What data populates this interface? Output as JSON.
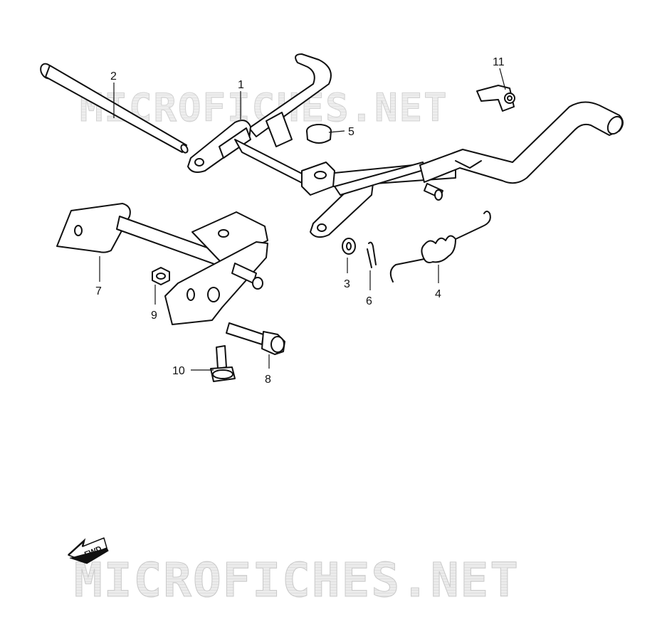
{
  "watermark": {
    "top_text": "MICROFICHES.NET",
    "bottom_text": "MICROFICHES.NET"
  },
  "direction_arrow": {
    "label": "FWD"
  },
  "callouts": [
    {
      "id": "1",
      "label": "1"
    },
    {
      "id": "2",
      "label": "2"
    },
    {
      "id": "3",
      "label": "3"
    },
    {
      "id": "4",
      "label": "4"
    },
    {
      "id": "5",
      "label": "5"
    },
    {
      "id": "6",
      "label": "6"
    },
    {
      "id": "7",
      "label": "7"
    },
    {
      "id": "8",
      "label": "8"
    },
    {
      "id": "9",
      "label": "9"
    },
    {
      "id": "10",
      "label": "10"
    },
    {
      "id": "11",
      "label": "11"
    }
  ]
}
